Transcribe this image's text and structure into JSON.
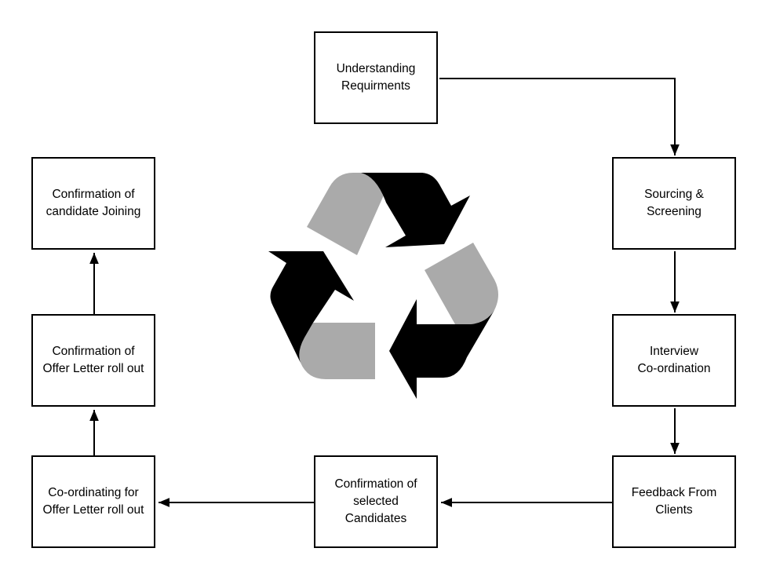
{
  "diagram": {
    "title": "Recruitment process cycle",
    "steps": [
      {
        "id": "understanding",
        "label": "Understanding\nRequirments"
      },
      {
        "id": "sourcing",
        "label": "Sourcing &\nScreening"
      },
      {
        "id": "interview",
        "label": "Interview\nCo-ordination"
      },
      {
        "id": "feedback",
        "label": "Feedback From\nClients"
      },
      {
        "id": "confirm-selected",
        "label": "Confirmation of\nselected\nCandidates"
      },
      {
        "id": "coordinating-offer",
        "label": "Co-ordinating for\nOffer Letter roll out"
      },
      {
        "id": "confirm-offer",
        "label": "Confirmation of\nOffer Letter roll out"
      },
      {
        "id": "confirm-joining",
        "label": "Confirmation of\ncandidate Joining"
      }
    ],
    "connections": [
      {
        "from": "understanding",
        "to": "sourcing"
      },
      {
        "from": "sourcing",
        "to": "interview"
      },
      {
        "from": "interview",
        "to": "feedback"
      },
      {
        "from": "feedback",
        "to": "confirm-selected"
      },
      {
        "from": "confirm-selected",
        "to": "coordinating-offer"
      },
      {
        "from": "coordinating-offer",
        "to": "confirm-offer"
      },
      {
        "from": "confirm-offer",
        "to": "confirm-joining"
      }
    ],
    "center_icon": "recycle-icon",
    "colors": {
      "line": "#000000",
      "dark_arrow": "#000000",
      "light_arrow": "#aaaaaa"
    }
  }
}
